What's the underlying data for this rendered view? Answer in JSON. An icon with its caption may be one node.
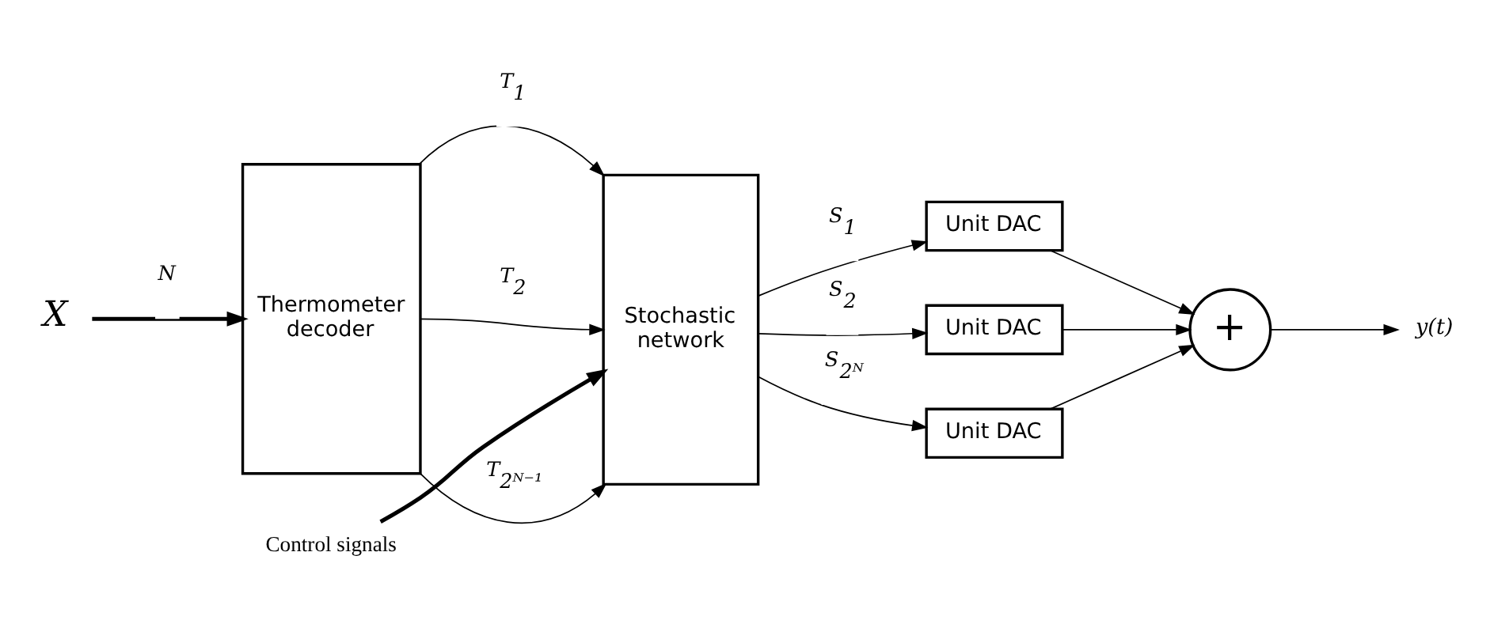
{
  "diagram": {
    "nodes": [
      {
        "text": [
          "X"
        ]
      },
      {
        "text": [
          "Thermometer decoder"
        ]
      },
      {
        "text": [
          "Stochastic network"
        ]
      },
      {
        "text": [
          "Unit DAC"
        ]
      },
      {
        "text": [
          "Unit DAC"
        ]
      },
      {
        "text": [
          "Unit DAC"
        ]
      },
      {
        "text": [
          "+"
        ]
      },
      {
        "text": [
          "y(t)"
        ]
      },
      {
        "text": [
          "Control signals"
        ]
      }
    ],
    "edges": [
      {
        "from": 0,
        "to": 1,
        "arrow": "to",
        "label": "N",
        "style": "thick"
      },
      {
        "from": 1,
        "to": 2,
        "arrow": "to",
        "label": "T$_{1}$"
      },
      {
        "from": 1,
        "to": 2,
        "arrow": "to",
        "label": "T$_{2}$"
      },
      {
        "from": 1,
        "to": 2,
        "arrow": "to",
        "label": "T$_{2ᴺ⁻¹}$"
      },
      {
        "from": 2,
        "to": 3,
        "arrow": "to",
        "label": "S$_{1}$"
      },
      {
        "from": 2,
        "to": 4,
        "arrow": "to",
        "label": "S$_{2}$"
      },
      {
        "from": 2,
        "to": 5,
        "arrow": "to",
        "label": "S$_{2ᴺ}$"
      },
      {
        "from": 3,
        "to": 6,
        "arrow": "to"
      },
      {
        "from": 4,
        "to": 6,
        "arrow": "to"
      },
      {
        "from": 5,
        "to": 6,
        "arrow": "to"
      },
      {
        "from": 6,
        "to": 7,
        "arrow": "to"
      },
      {
        "from": 8,
        "to": 2,
        "arrow": "to",
        "style": "thick"
      }
    ]
  }
}
